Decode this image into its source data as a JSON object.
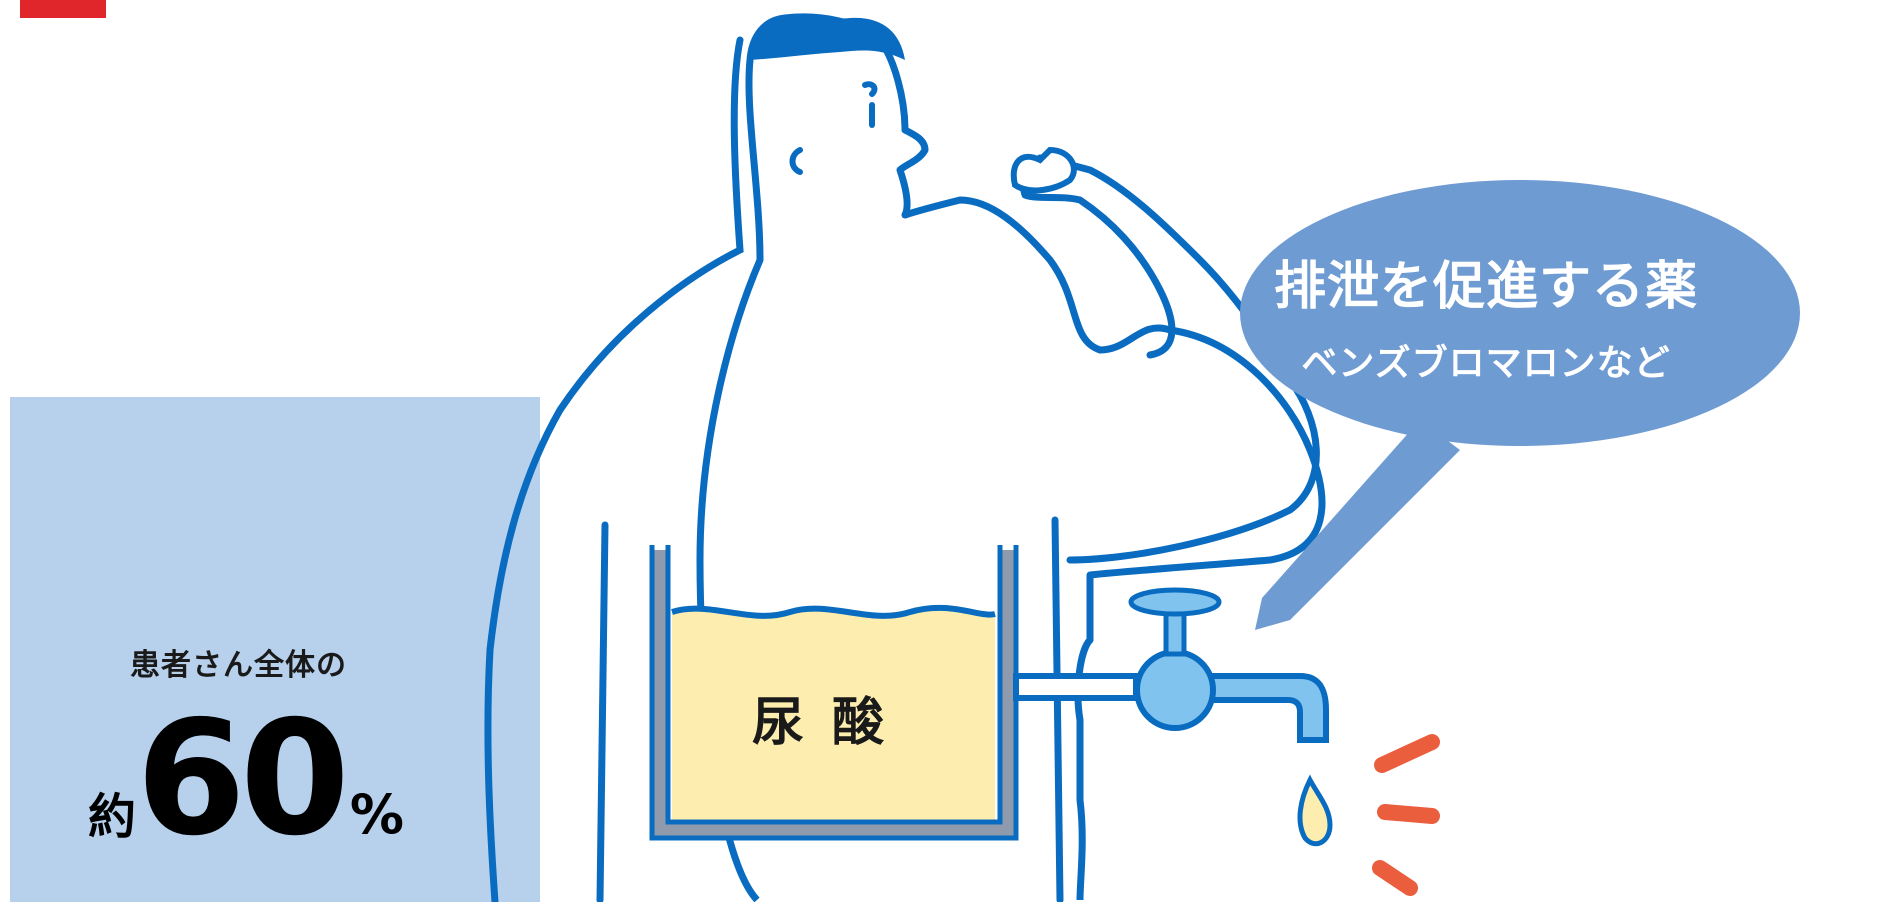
{
  "stat": {
    "caption": "患者さん全体の",
    "prefix": "約",
    "value": "60",
    "unit": "%"
  },
  "bubble": {
    "title": "排泄を促進する薬",
    "subtitle": "ベンズブロマロンなど"
  },
  "tank": {
    "label": "尿酸"
  },
  "colors": {
    "panel": "#b7d0ec",
    "outline": "#0a6cc0",
    "bubble": "#6f9bd3",
    "liquid": "#fdeeb0",
    "accent": "#e0262b",
    "splash": "#ea5d3d"
  }
}
